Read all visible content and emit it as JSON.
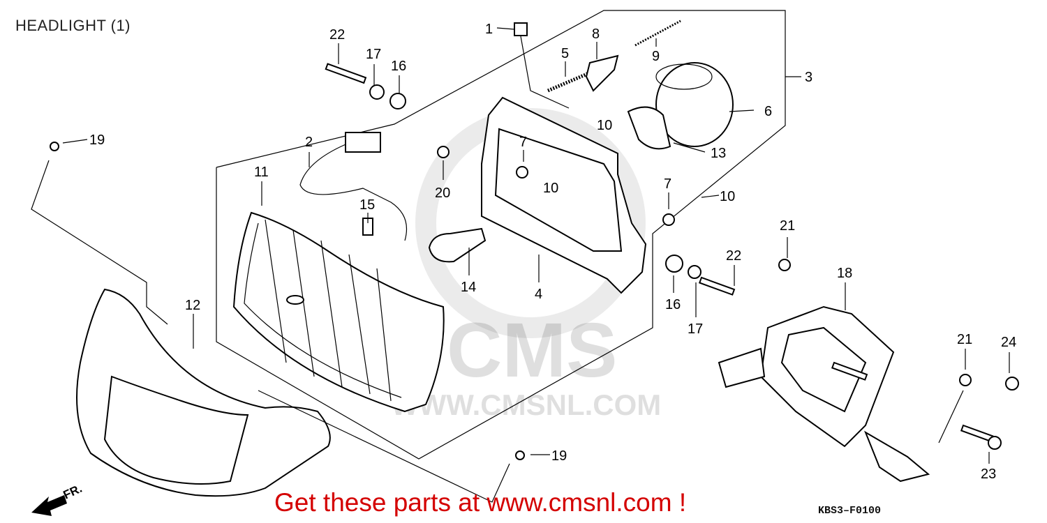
{
  "title": "HEADLIGHT (1)",
  "watermark": {
    "logo": "CMS",
    "url": "WWW.CMSNL.COM"
  },
  "callouts": [
    "1",
    "8",
    "22",
    "17",
    "16",
    "5",
    "9",
    "3",
    "19",
    "10",
    "6",
    "2",
    "7",
    "13",
    "11",
    "20",
    "10",
    "7",
    "10",
    "15",
    "21",
    "22",
    "18",
    "14",
    "4",
    "16",
    "12",
    "17",
    "21",
    "24",
    "19",
    "23"
  ],
  "front_marker": "FR.",
  "footer": "Get these parts at www.cmsnl.com !",
  "diagram_code": "KBS3–F0100",
  "colors": {
    "footer": "#d40000",
    "line": "#000000"
  }
}
